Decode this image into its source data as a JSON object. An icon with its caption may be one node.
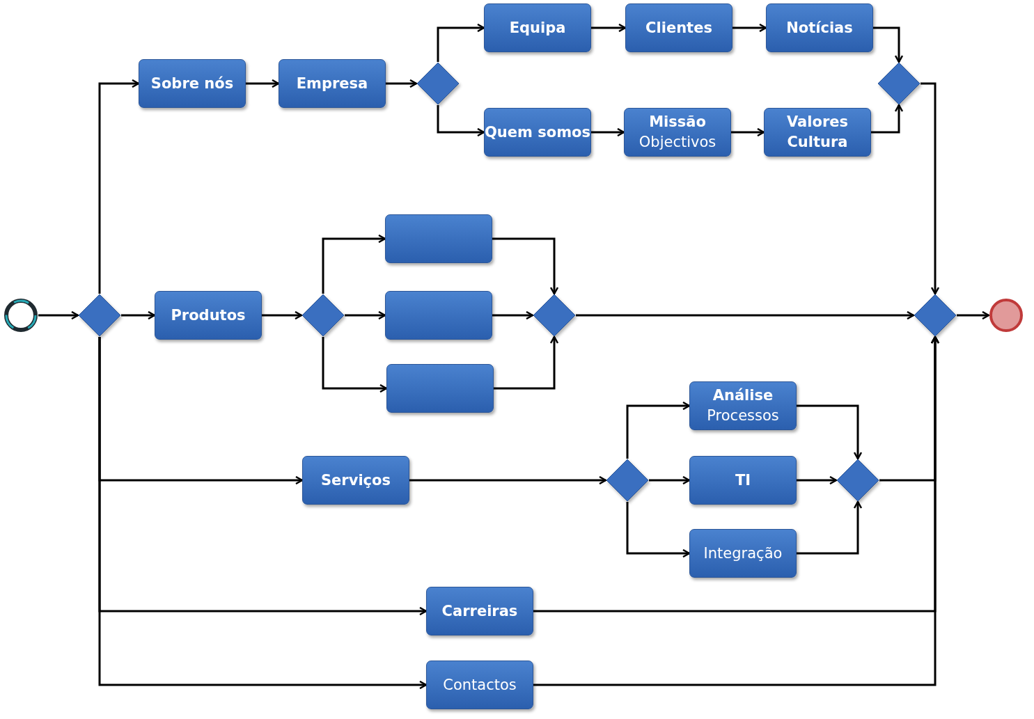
{
  "diagram": {
    "nodes": [
      {
        "text": [],
        "shape": "circle"
      },
      {
        "text": [],
        "shape": "diamond"
      },
      {
        "text": [
          "Sobre nós"
        ]
      },
      {
        "text": [
          "Empresa"
        ]
      },
      {
        "text": [],
        "shape": "diamond"
      },
      {
        "text": [
          "Equipa"
        ]
      },
      {
        "text": [
          "Clientes"
        ]
      },
      {
        "text": [
          "Notícias"
        ]
      },
      {
        "text": [],
        "shape": "diamond"
      },
      {
        "text": [
          "Quem somos"
        ]
      },
      {
        "text": [
          "Missão",
          "Objectivos"
        ]
      },
      {
        "text": [
          "Valores Cultura"
        ]
      },
      {
        "text": [
          "Produtos"
        ]
      },
      {
        "text": [],
        "shape": "diamond"
      },
      {
        "text": [],
        "shape": "box"
      },
      {
        "text": [],
        "shape": "box"
      },
      {
        "text": [],
        "shape": "box"
      },
      {
        "text": [],
        "shape": "diamond"
      },
      {
        "text": [],
        "shape": "diamond"
      },
      {
        "text": [],
        "shape": "circle"
      },
      {
        "text": [
          "Análise",
          "Processos"
        ]
      },
      {
        "text": [
          "Serviços"
        ]
      },
      {
        "text": [],
        "shape": "diamond"
      },
      {
        "text": [
          "TI"
        ]
      },
      {
        "text": [
          "Integração"
        ]
      },
      {
        "text": [],
        "shape": "diamond"
      },
      {
        "text": [
          "Carreiras"
        ]
      },
      {
        "text": [
          "Contactos"
        ]
      }
    ],
    "edges": [
      {
        "from": 0,
        "to": 1,
        "arrow": "to"
      },
      {
        "from": 1,
        "to": 2,
        "arrow": "to"
      },
      {
        "from": 2,
        "to": 3,
        "arrow": "to"
      },
      {
        "from": 3,
        "to": 4,
        "arrow": "to"
      },
      {
        "from": 4,
        "to": 5,
        "arrow": "to"
      },
      {
        "from": 4,
        "to": 9,
        "arrow": "to"
      },
      {
        "from": 5,
        "to": 6,
        "arrow": "to"
      },
      {
        "from": 6,
        "to": 7,
        "arrow": "to"
      },
      {
        "from": 7,
        "to": 8,
        "arrow": "to"
      },
      {
        "from": 9,
        "to": 10,
        "arrow": "to"
      },
      {
        "from": 10,
        "to": 11,
        "arrow": "to"
      },
      {
        "from": 11,
        "to": 8,
        "arrow": "to"
      },
      {
        "from": 8,
        "to": 18,
        "arrow": "to"
      },
      {
        "from": 1,
        "to": 12,
        "arrow": "to"
      },
      {
        "from": 12,
        "to": 13,
        "arrow": "to"
      },
      {
        "from": 13,
        "to": 14,
        "arrow": "to"
      },
      {
        "from": 13,
        "to": 15,
        "arrow": "to"
      },
      {
        "from": 13,
        "to": 16,
        "arrow": "to"
      },
      {
        "from": 14,
        "to": 17,
        "arrow": "to"
      },
      {
        "from": 15,
        "to": 17,
        "arrow": "to"
      },
      {
        "from": 16,
        "to": 17,
        "arrow": "to"
      },
      {
        "from": 17,
        "to": 18,
        "arrow": "to"
      },
      {
        "from": 1,
        "to": 21,
        "arrow": "to"
      },
      {
        "from": 21,
        "to": 22,
        "arrow": "to"
      },
      {
        "from": 22,
        "to": 20,
        "arrow": "to"
      },
      {
        "from": 22,
        "to": 23,
        "arrow": "to"
      },
      {
        "from": 22,
        "to": 24,
        "arrow": "to"
      },
      {
        "from": 20,
        "to": 25,
        "arrow": "to"
      },
      {
        "from": 23,
        "to": 25,
        "arrow": "to"
      },
      {
        "from": 24,
        "to": 25,
        "arrow": "to"
      },
      {
        "from": 25,
        "to": 18,
        "arrow": "to"
      },
      {
        "from": 1,
        "to": 26,
        "arrow": "to"
      },
      {
        "from": 26,
        "to": 18,
        "arrow": "to"
      },
      {
        "from": 1,
        "to": 27,
        "arrow": "to"
      },
      {
        "from": 27,
        "to": 18,
        "arrow": "to"
      },
      {
        "from": 18,
        "to": 19,
        "arrow": "to"
      }
    ]
  }
}
